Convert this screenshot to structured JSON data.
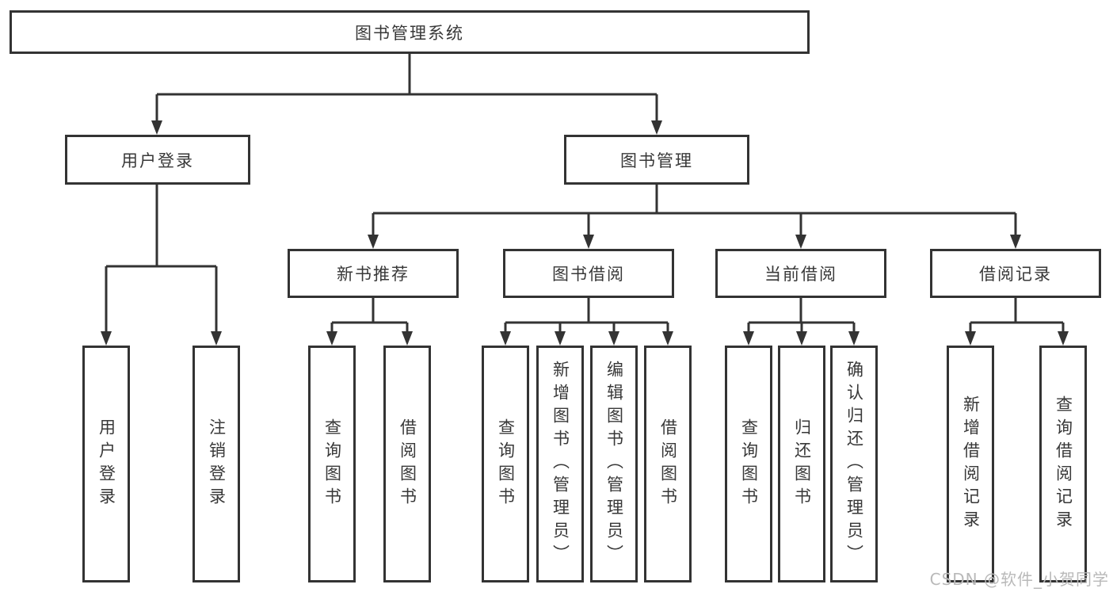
{
  "diagram": {
    "type": "function-structure-tree",
    "hierarchy": {
      "root": "图书管理系统",
      "children": [
        {
          "label": "用户登录",
          "children": [
            "用户登录",
            "注销登录"
          ]
        },
        {
          "label": "图书管理",
          "children": [
            {
              "label": "新书推荐",
              "children": [
                "查询图书",
                "借阅图书"
              ]
            },
            {
              "label": "图书借阅",
              "children": [
                "查询图书",
                "新增图书（管理员）",
                "编辑图书（管理员）",
                "借阅图书"
              ]
            },
            {
              "label": "当前借阅",
              "children": [
                "查询图书",
                "归还图书",
                "确认归还（管理员）"
              ]
            },
            {
              "label": "借阅记录",
              "children": [
                "新增借阅记录",
                "查询借阅记录"
              ]
            }
          ]
        }
      ]
    }
  },
  "nodes": {
    "root": {
      "label": "图书管理系统"
    },
    "user_login": {
      "label": "用户登录"
    },
    "book_management": {
      "label": "图书管理"
    },
    "new_book_recommend": {
      "label": "新书推荐"
    },
    "book_borrow": {
      "label": "图书借阅"
    },
    "current_borrow": {
      "label": "当前借阅"
    },
    "borrow_records": {
      "label": "借阅记录"
    },
    "leaf_user_login": {
      "label": "用户登录"
    },
    "leaf_logout": {
      "label": "注销登录"
    },
    "leaf_recommend_query_book": {
      "label": "查询图书"
    },
    "leaf_recommend_borrow_book": {
      "label": "借阅图书"
    },
    "leaf_borrow_query_book": {
      "label": "查询图书"
    },
    "leaf_borrow_add_book": {
      "label": "新增图书（管理员）"
    },
    "leaf_borrow_edit_book": {
      "label": "编辑图书（管理员）"
    },
    "leaf_borrow_borrow_book": {
      "label": "借阅图书"
    },
    "leaf_current_query_book": {
      "label": "查询图书"
    },
    "leaf_current_return_book": {
      "label": "归还图书"
    },
    "leaf_current_confirm_return": {
      "label": "确认归还（管理员）"
    },
    "leaf_records_add_record": {
      "label": "新增借阅记录"
    },
    "leaf_records_query_record": {
      "label": "查询借阅记录"
    }
  },
  "watermark": {
    "text": "CSDN @软件_小贺同学"
  },
  "colors": {
    "line": "#333333",
    "text": "#383838",
    "watermark": "#b9b9b9",
    "background": "#ffffff"
  }
}
